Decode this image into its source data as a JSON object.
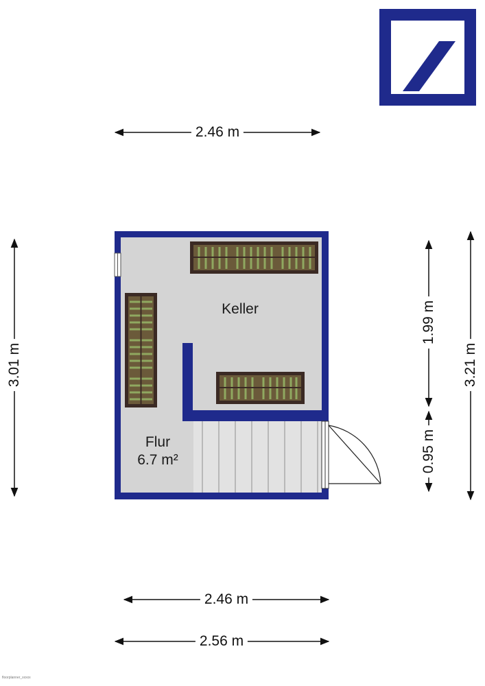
{
  "colors": {
    "wall": "#1f2a8c",
    "floor": "#d3d3d3",
    "shelf": "#3a2a25",
    "logo": "#1f2a8c"
  },
  "logo": {
    "name": "deutsche-bank-logo"
  },
  "rooms": {
    "keller": {
      "name": "Keller"
    },
    "flur": {
      "name": "Flur",
      "area": "6.7 m²"
    }
  },
  "dimensions": {
    "top_width": "2.46 m",
    "bottom_inner_width": "2.46 m",
    "bottom_outer_width": "2.56 m",
    "left_height": "3.01 m",
    "right_upper_height": "1.99 m",
    "right_lower_height": "0.95 m",
    "right_total_height": "3.21 m"
  },
  "footer_note": "floorplanner_xxxxx"
}
